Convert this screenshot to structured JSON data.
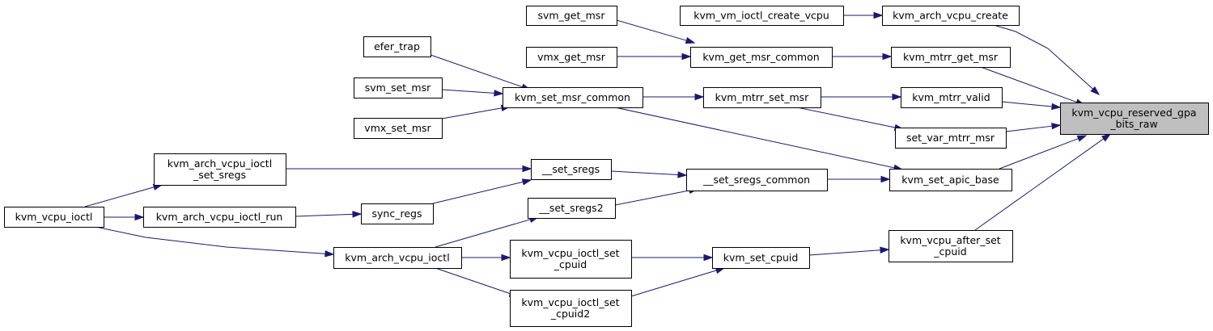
{
  "diagram": {
    "nodes": [
      {
        "id": "svm_get_msr",
        "lines": [
          "svm_get_msr"
        ]
      },
      {
        "id": "kvm_vm_ioctl_create_vcpu",
        "lines": [
          "kvm_vm_ioctl_create_vcpu"
        ]
      },
      {
        "id": "kvm_arch_vcpu_create",
        "lines": [
          "kvm_arch_vcpu_create"
        ]
      },
      {
        "id": "efer_trap",
        "lines": [
          "efer_trap"
        ]
      },
      {
        "id": "vmx_get_msr",
        "lines": [
          "vmx_get_msr"
        ]
      },
      {
        "id": "kvm_get_msr_common",
        "lines": [
          "kvm_get_msr_common"
        ]
      },
      {
        "id": "kvm_mtrr_get_msr",
        "lines": [
          "kvm_mtrr_get_msr"
        ]
      },
      {
        "id": "svm_set_msr",
        "lines": [
          "svm_set_msr"
        ]
      },
      {
        "id": "kvm_set_msr_common",
        "lines": [
          "kvm_set_msr_common"
        ]
      },
      {
        "id": "kvm_mtrr_set_msr",
        "lines": [
          "kvm_mtrr_set_msr"
        ]
      },
      {
        "id": "kvm_mtrr_valid",
        "lines": [
          "kvm_mtrr_valid"
        ]
      },
      {
        "id": "kvm_vcpu_reserved_gpa_bits_raw",
        "lines": [
          "kvm_vcpu_reserved_gpa",
          "_bits_raw"
        ],
        "root": true
      },
      {
        "id": "vmx_set_msr",
        "lines": [
          "vmx_set_msr"
        ]
      },
      {
        "id": "set_var_mtrr_msr",
        "lines": [
          "set_var_mtrr_msr"
        ]
      },
      {
        "id": "kvm_arch_vcpu_ioctl_set_sregs",
        "lines": [
          "kvm_arch_vcpu_ioctl",
          "_set_sregs"
        ]
      },
      {
        "id": "__set_sregs",
        "lines": [
          "__set_sregs"
        ]
      },
      {
        "id": "__set_sregs_common",
        "lines": [
          "__set_sregs_common"
        ]
      },
      {
        "id": "kvm_set_apic_base",
        "lines": [
          "kvm_set_apic_base"
        ]
      },
      {
        "id": "kvm_vcpu_ioctl",
        "lines": [
          "kvm_vcpu_ioctl"
        ]
      },
      {
        "id": "kvm_arch_vcpu_ioctl_run",
        "lines": [
          "kvm_arch_vcpu_ioctl_run"
        ]
      },
      {
        "id": "sync_regs",
        "lines": [
          "sync_regs"
        ]
      },
      {
        "id": "__set_sregs2",
        "lines": [
          "__set_sregs2"
        ]
      },
      {
        "id": "kvm_vcpu_after_set_cpuid",
        "lines": [
          "kvm_vcpu_after_set",
          "_cpuid"
        ]
      },
      {
        "id": "kvm_arch_vcpu_ioctl",
        "lines": [
          "kvm_arch_vcpu_ioctl"
        ]
      },
      {
        "id": "kvm_vcpu_ioctl_set_cpuid",
        "lines": [
          "kvm_vcpu_ioctl_set",
          "_cpuid"
        ]
      },
      {
        "id": "kvm_set_cpuid",
        "lines": [
          "kvm_set_cpuid"
        ]
      },
      {
        "id": "kvm_vcpu_ioctl_set_cpuid2",
        "lines": [
          "kvm_vcpu_ioctl_set",
          "_cpuid2"
        ]
      }
    ],
    "edges": [
      {
        "from": "svm_get_msr",
        "to": "kvm_get_msr_common"
      },
      {
        "from": "vmx_get_msr",
        "to": "kvm_get_msr_common"
      },
      {
        "from": "kvm_vm_ioctl_create_vcpu",
        "to": "kvm_arch_vcpu_create"
      },
      {
        "from": "kvm_arch_vcpu_create",
        "to": "kvm_vcpu_reserved_gpa_bits_raw"
      },
      {
        "from": "efer_trap",
        "to": "kvm_set_msr_common"
      },
      {
        "from": "svm_set_msr",
        "to": "kvm_set_msr_common"
      },
      {
        "from": "vmx_set_msr",
        "to": "kvm_set_msr_common"
      },
      {
        "from": "kvm_get_msr_common",
        "to": "kvm_mtrr_get_msr"
      },
      {
        "from": "kvm_mtrr_get_msr",
        "to": "kvm_vcpu_reserved_gpa_bits_raw"
      },
      {
        "from": "kvm_set_msr_common",
        "to": "kvm_mtrr_set_msr"
      },
      {
        "from": "kvm_set_msr_common",
        "to": "kvm_set_apic_base"
      },
      {
        "from": "kvm_mtrr_set_msr",
        "to": "kvm_mtrr_valid"
      },
      {
        "from": "kvm_mtrr_set_msr",
        "to": "set_var_mtrr_msr"
      },
      {
        "from": "kvm_mtrr_valid",
        "to": "kvm_vcpu_reserved_gpa_bits_raw"
      },
      {
        "from": "set_var_mtrr_msr",
        "to": "kvm_vcpu_reserved_gpa_bits_raw"
      },
      {
        "from": "kvm_set_apic_base",
        "to": "kvm_vcpu_reserved_gpa_bits_raw"
      },
      {
        "from": "kvm_vcpu_after_set_cpuid",
        "to": "kvm_vcpu_reserved_gpa_bits_raw"
      },
      {
        "from": "kvm_arch_vcpu_ioctl_set_sregs",
        "to": "__set_sregs"
      },
      {
        "from": "__set_sregs",
        "to": "__set_sregs_common"
      },
      {
        "from": "sync_regs",
        "to": "__set_sregs"
      },
      {
        "from": "__set_sregs_common",
        "to": "kvm_set_apic_base"
      },
      {
        "from": "__set_sregs2",
        "to": "__set_sregs_common"
      },
      {
        "from": "kvm_vcpu_ioctl",
        "to": "kvm_arch_vcpu_ioctl_set_sregs"
      },
      {
        "from": "kvm_vcpu_ioctl",
        "to": "kvm_arch_vcpu_ioctl_run"
      },
      {
        "from": "kvm_vcpu_ioctl",
        "to": "kvm_arch_vcpu_ioctl"
      },
      {
        "from": "kvm_arch_vcpu_ioctl_run",
        "to": "sync_regs"
      },
      {
        "from": "kvm_arch_vcpu_ioctl",
        "to": "__set_sregs2"
      },
      {
        "from": "kvm_arch_vcpu_ioctl",
        "to": "kvm_vcpu_ioctl_set_cpuid"
      },
      {
        "from": "kvm_arch_vcpu_ioctl",
        "to": "kvm_vcpu_ioctl_set_cpuid2"
      },
      {
        "from": "kvm_vcpu_ioctl_set_cpuid",
        "to": "kvm_set_cpuid"
      },
      {
        "from": "kvm_vcpu_ioctl_set_cpuid2",
        "to": "kvm_set_cpuid"
      },
      {
        "from": "kvm_set_cpuid",
        "to": "kvm_vcpu_after_set_cpuid"
      }
    ]
  }
}
